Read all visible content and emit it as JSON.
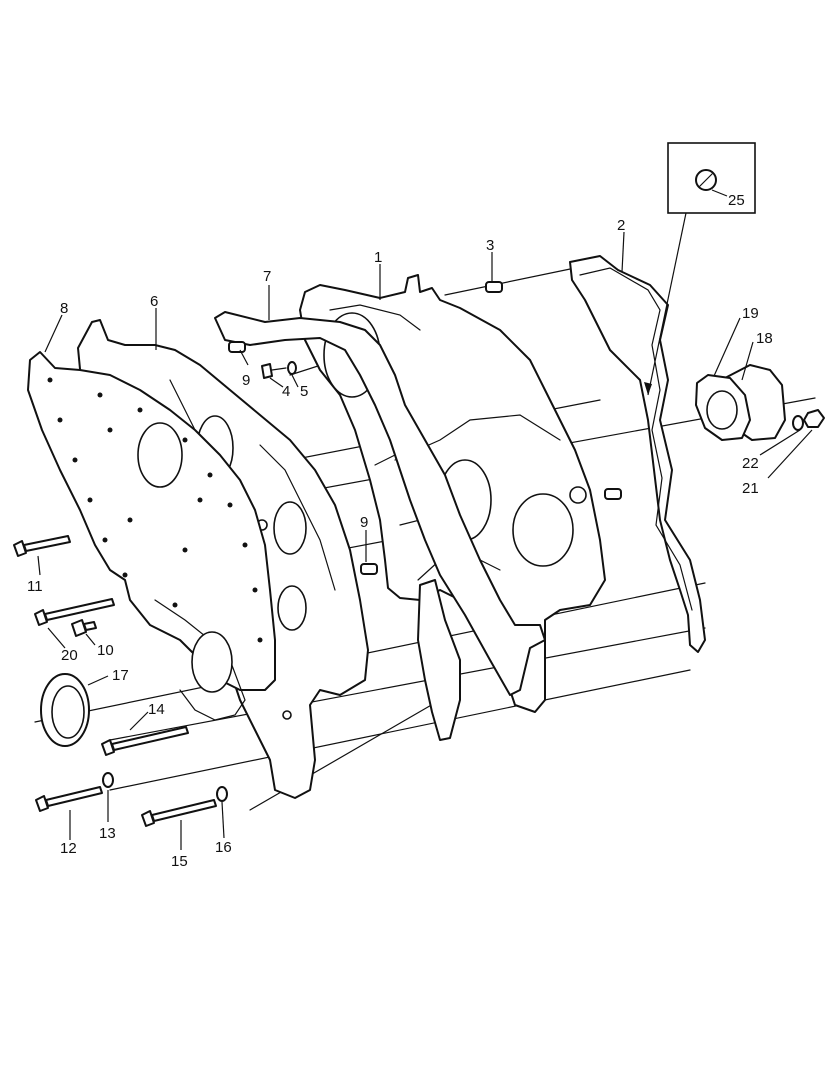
{
  "callouts": {
    "c1": "1",
    "c2": "2",
    "c3": "3",
    "c4": "4",
    "c5": "5",
    "c6": "6",
    "c7": "7",
    "c8": "8",
    "c9a": "9",
    "c9b": "9",
    "c10": "10",
    "c11": "11",
    "c12": "12",
    "c13": "13",
    "c14": "14",
    "c15": "15",
    "c16": "16",
    "c17": "17",
    "c18": "18",
    "c19": "19",
    "c20": "20",
    "c21": "21",
    "c22": "22",
    "c25": "25"
  },
  "colors": {
    "line": "#111111",
    "background": "#ffffff"
  }
}
